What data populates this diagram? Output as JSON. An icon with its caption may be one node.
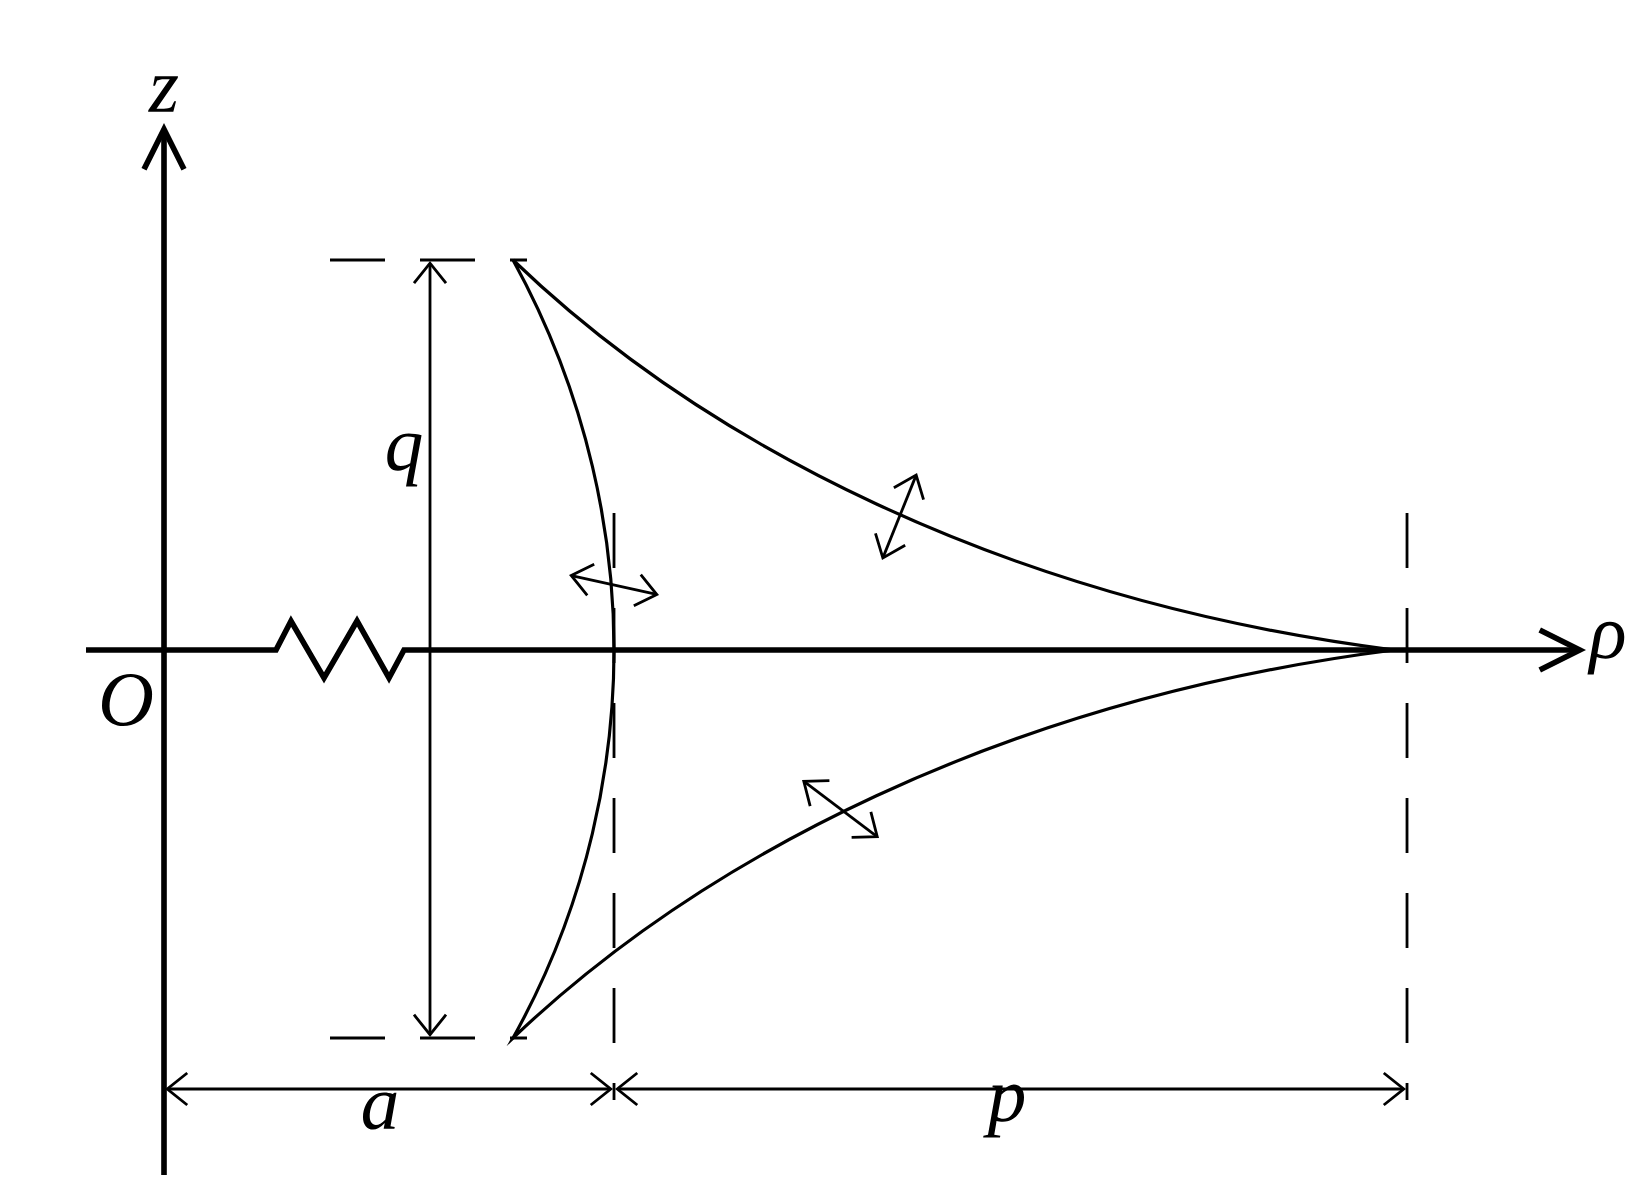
{
  "diagram": {
    "labels": [
      "z",
      "ρ",
      "O",
      "q",
      "a",
      "p"
    ]
  }
}
